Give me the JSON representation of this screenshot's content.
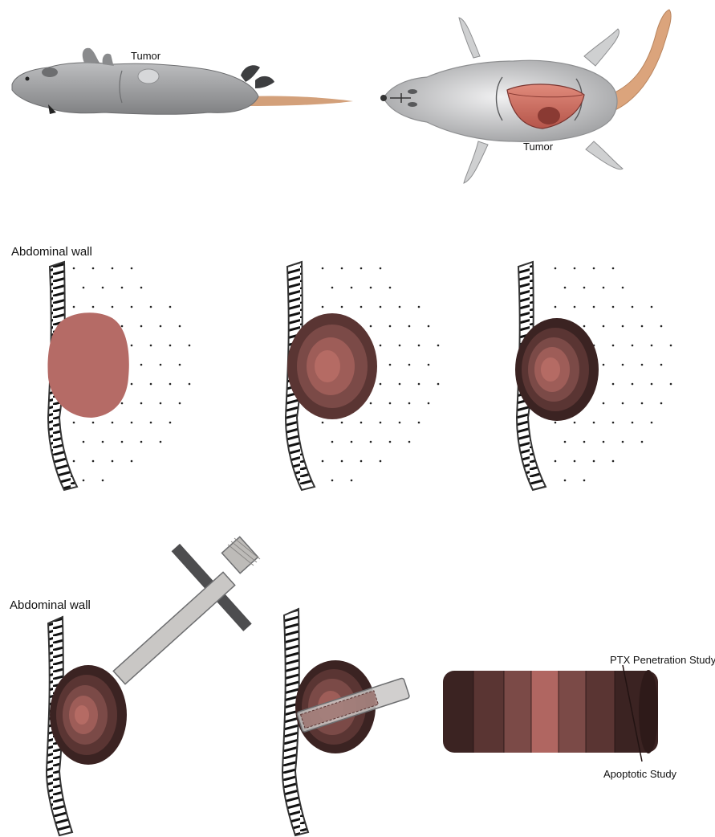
{
  "labels": {
    "tumor_side": "Tumor",
    "tumor_open": "Tumor",
    "abdominal_wall_1": "Abdominal wall",
    "abdominal_wall_2": "Abdominal wall",
    "ptx_study": "PTX Penetration Study",
    "apoptotic_study": "Apoptotic Study"
  },
  "colors": {
    "mouse_body": "#a9aaac",
    "mouse_light": "#d8d9da",
    "mouse_dark": "#58595b",
    "tail": "#d8a57c",
    "tumor_pink": "#b26a66",
    "tumor_l1": "#3b2322",
    "tumor_l2": "#5a3533",
    "tumor_l3": "#7b4a47",
    "tumor_l4": "#9e5d58",
    "tumor_l5": "#b56b64",
    "punch_gray": "#c9c7c5",
    "punch_dark": "#4d4d4f"
  }
}
